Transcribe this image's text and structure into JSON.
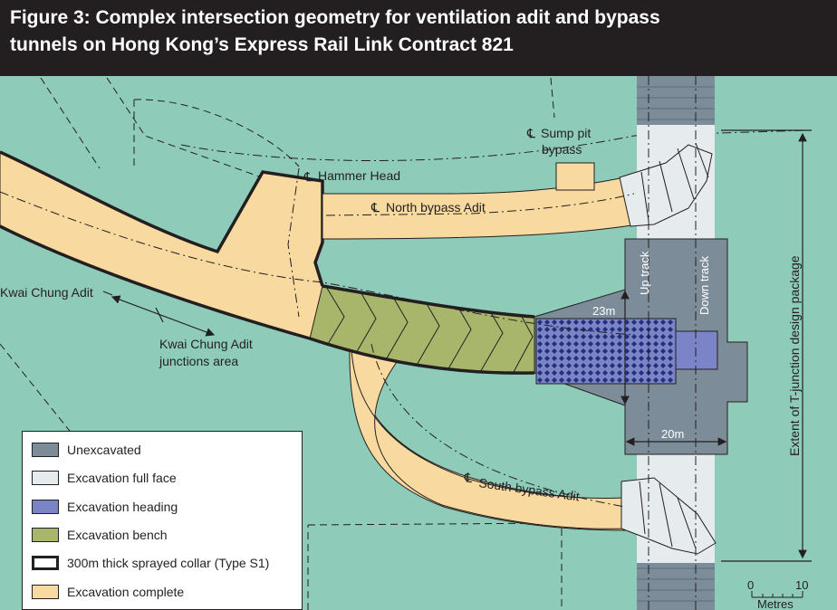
{
  "title": {
    "line1": "Figure 3: Complex intersection geometry for ventilation adit and bypass",
    "line2": "tunnels on Hong Kong’s Express Rail Link Contract 821"
  },
  "labels": {
    "sump_pit": "Sump pit",
    "bypass": "bypass",
    "hammer_head": "Hammer Head",
    "north_bypass": "North bypass Adit",
    "kwai_chung_adit": "Kwai Chung Adit",
    "junctions_line1": "Kwai Chung Adit",
    "junctions_line2": "junctions area",
    "south_bypass": "South bypass Adit",
    "up_track": "Up track",
    "down_track": "Down track",
    "extent": "Extent of T-junction design package"
  },
  "dimensions": {
    "width_23": "23m",
    "width_20": "20m"
  },
  "scale": {
    "start": "0",
    "end": "10",
    "unit": "Metres"
  },
  "legend": [
    {
      "label": "Unexcavated",
      "color": "#7c8c99"
    },
    {
      "label": "Excavation full face",
      "color": "#e6ecee"
    },
    {
      "label": "Excavation heading",
      "color": "#7b84c6"
    },
    {
      "label": "Excavation bench",
      "color": "#a8b66c"
    },
    {
      "label": "300m thick sprayed collar (Type S1)",
      "color": "#ffffff"
    },
    {
      "label": "Excavation complete",
      "color": "#f8d9a0"
    }
  ],
  "colors": {
    "background": "#8ecbb8",
    "title_background": "#231f20",
    "unexcavated": "#7c8c99",
    "full_face": "#e6ecee",
    "heading": "#7b84c6",
    "bench": "#a8b66c",
    "complete": "#f8d9a0",
    "heading_pattern": "#22307a"
  }
}
